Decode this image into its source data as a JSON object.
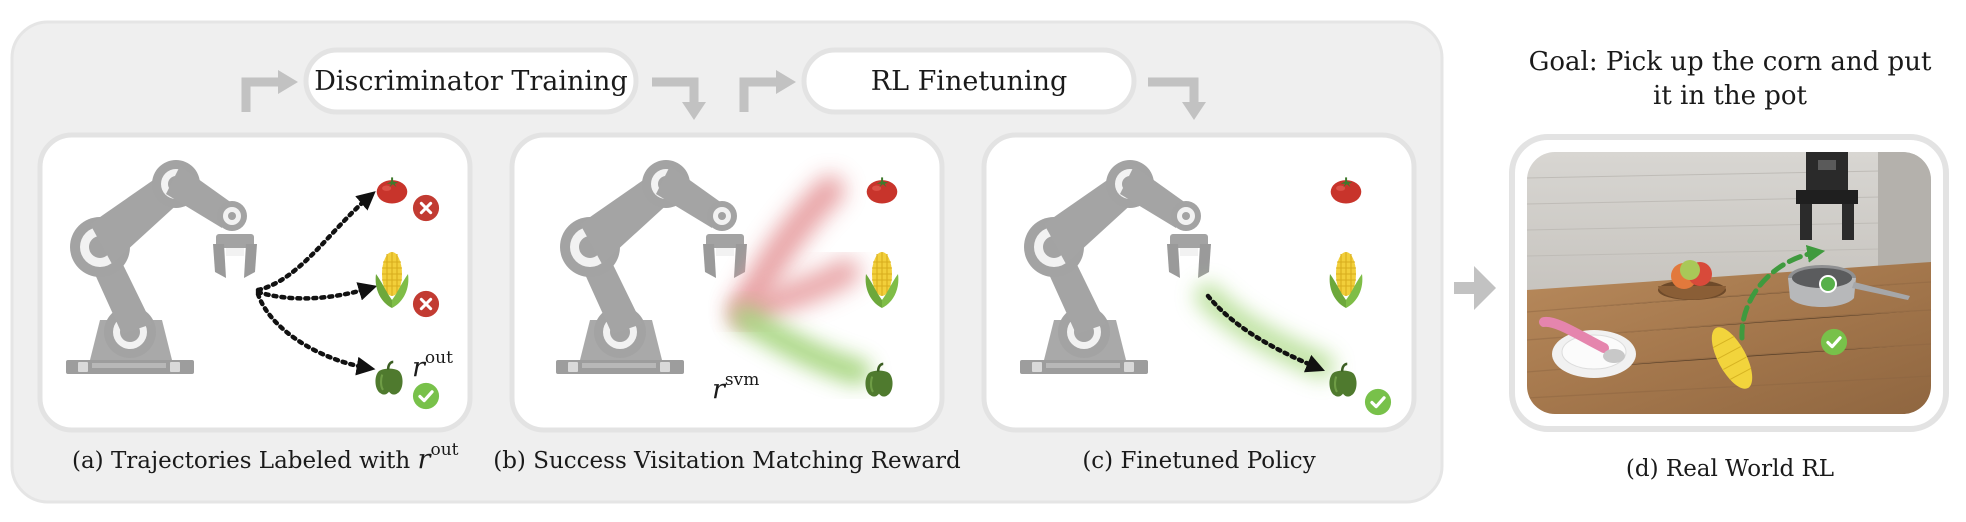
{
  "top_labels": {
    "disc_training": "Discriminator Training",
    "rl_finetuning": "RL Finetuning"
  },
  "panels": [
    {
      "caption": "(a) Trajectories Labeled with ",
      "math_var": "r",
      "math_sup": "out"
    },
    {
      "caption": "(b) Success Visitation Matching Reward"
    },
    {
      "caption": "(c) Finetuned Policy"
    },
    {
      "caption": "(d) Real World RL"
    }
  ],
  "annotations": {
    "a_var": "r",
    "a_sup": "out",
    "b_var": "r",
    "b_sup": "svm"
  },
  "goal": {
    "line1": "Goal: Pick up the corn and put",
    "line2": "it in the pot"
  },
  "colors": {
    "outer_panel": "#efefef",
    "outer_border": "#e4e4e4",
    "arm": "#a4a4a4",
    "arm_dark": "#8a8a8a",
    "tomato": "#c8342b",
    "corn": "#f2cf3a",
    "pepper": "#4f7a2e",
    "fail": "#c23b32",
    "success": "#78c14a",
    "arrow_gray": "#c2c2c2"
  }
}
